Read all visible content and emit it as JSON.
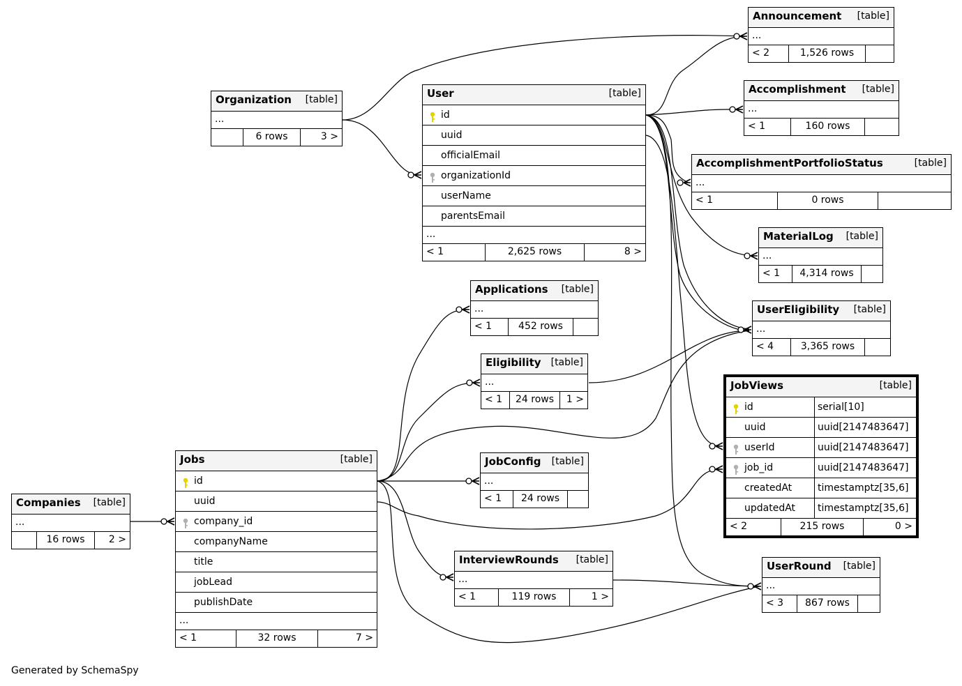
{
  "footer_text": "Generated by SchemaSpy",
  "tables": {
    "organization": {
      "name": "Organization",
      "kind": "[table]",
      "more": "...",
      "stats": [
        "",
        "6 rows",
        "3 >"
      ]
    },
    "user": {
      "name": "User",
      "kind": "[table]",
      "more": "...",
      "stats": [
        "< 1",
        "2,625 rows",
        "8 >"
      ],
      "columns": [
        {
          "name": "id",
          "key": "pk"
        },
        {
          "name": "uuid"
        },
        {
          "name": "officialEmail"
        },
        {
          "name": "organizationId",
          "key": "fk"
        },
        {
          "name": "userName"
        },
        {
          "name": "parentsEmail"
        }
      ]
    },
    "announcement": {
      "name": "Announcement",
      "kind": "[table]",
      "more": "...",
      "stats": [
        "< 2",
        "1,526 rows",
        ""
      ]
    },
    "accomplishment": {
      "name": "Accomplishment",
      "kind": "[table]",
      "more": "...",
      "stats": [
        "< 1",
        "160 rows",
        ""
      ]
    },
    "accomplishmentportfoliostatus": {
      "name": "AccomplishmentPortfolioStatus",
      "kind": "[table]",
      "more": "...",
      "stats": [
        "< 1",
        "0 rows",
        ""
      ]
    },
    "materiallog": {
      "name": "MaterialLog",
      "kind": "[table]",
      "more": "...",
      "stats": [
        "< 1",
        "4,314 rows",
        ""
      ]
    },
    "usereligibility": {
      "name": "UserEligibility",
      "kind": "[table]",
      "more": "...",
      "stats": [
        "< 4",
        "3,365 rows",
        ""
      ]
    },
    "applications": {
      "name": "Applications",
      "kind": "[table]",
      "more": "...",
      "stats": [
        "< 1",
        "452 rows",
        ""
      ]
    },
    "eligibility": {
      "name": "Eligibility",
      "kind": "[table]",
      "more": "...",
      "stats": [
        "< 1",
        "24 rows",
        "1 >"
      ]
    },
    "jobconfig": {
      "name": "JobConfig",
      "kind": "[table]",
      "more": "...",
      "stats": [
        "< 1",
        "24 rows",
        ""
      ]
    },
    "interviewrounds": {
      "name": "InterviewRounds",
      "kind": "[table]",
      "more": "...",
      "stats": [
        "< 1",
        "119 rows",
        "1 >"
      ]
    },
    "jobviews": {
      "name": "JobViews",
      "kind": "[table]",
      "stats": [
        "< 2",
        "215 rows",
        "0 >"
      ],
      "columns": [
        {
          "name": "id",
          "type": "serial[10]",
          "key": "pk"
        },
        {
          "name": "uuid",
          "type": "uuid[2147483647]"
        },
        {
          "name": "userId",
          "type": "uuid[2147483647]",
          "key": "fk"
        },
        {
          "name": "job_id",
          "type": "uuid[2147483647]",
          "key": "fk"
        },
        {
          "name": "createdAt",
          "type": "timestamptz[35,6]"
        },
        {
          "name": "updatedAt",
          "type": "timestamptz[35,6]"
        }
      ]
    },
    "userround": {
      "name": "UserRound",
      "kind": "[table]",
      "more": "...",
      "stats": [
        "< 3",
        "867 rows",
        ""
      ]
    },
    "companies": {
      "name": "Companies",
      "kind": "[table]",
      "more": "...",
      "stats": [
        "",
        "16 rows",
        "2 >"
      ]
    },
    "jobs": {
      "name": "Jobs",
      "kind": "[table]",
      "more": "...",
      "stats": [
        "< 1",
        "32 rows",
        "7 >"
      ],
      "columns": [
        {
          "name": "id",
          "key": "pk"
        },
        {
          "name": "uuid"
        },
        {
          "name": "company_id",
          "key": "fk"
        },
        {
          "name": "companyName"
        },
        {
          "name": "title"
        },
        {
          "name": "jobLead"
        },
        {
          "name": "publishDate"
        }
      ]
    }
  }
}
